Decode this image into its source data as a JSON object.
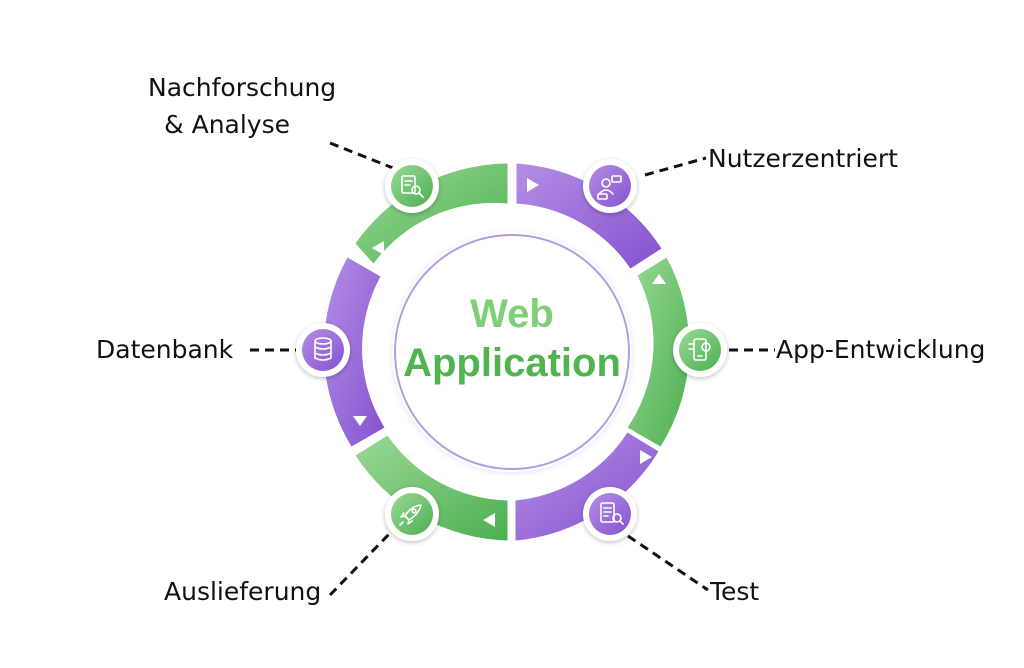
{
  "center": {
    "line1": "Web",
    "line2": "Application"
  },
  "colors": {
    "green_light": "#8fd28c",
    "green_dark": "#4caf50",
    "purple_light": "#b48ee6",
    "purple_dark": "#8452cf",
    "center_text": "#7ecf78",
    "center_text_dark": "#52b44e"
  },
  "stages": [
    {
      "label_lines": [
        "Nachforschung",
        "& Analyse"
      ],
      "icon": "research-document-magnifier-icon",
      "color": "green"
    },
    {
      "label_lines": [
        "Nutzerzentriert"
      ],
      "icon": "user-centered-icon",
      "color": "purple"
    },
    {
      "label_lines": [
        "App-Entwicklung"
      ],
      "icon": "app-development-phone-icon",
      "color": "green"
    },
    {
      "label_lines": [
        "Test"
      ],
      "icon": "test-checklist-icon",
      "color": "purple"
    },
    {
      "label_lines": [
        "Auslieferung"
      ],
      "icon": "delivery-rocket-icon",
      "color": "green"
    },
    {
      "label_lines": [
        "Datenbank"
      ],
      "icon": "database-icon",
      "color": "purple"
    }
  ]
}
